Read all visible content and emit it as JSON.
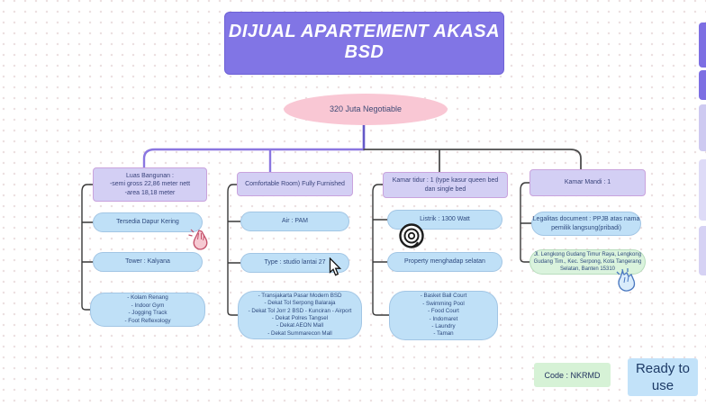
{
  "title": "DIJUAL APARTEMENT AKASA BSD",
  "price_node": "320 Juta Negotiable",
  "map": {
    "columns": [
      {
        "parent": "Luas Bangunan :\n-semi gross 22,86 meter nett\n-area 18,18 meter",
        "children": [
          {
            "text": "Tersedia Dapur Kering"
          },
          {
            "text": "Tower : Kalyana"
          },
          {
            "text": "- Kolam Renang\n- Indoor Gym\n- Jogging Track\n- Foot Reflexology"
          }
        ]
      },
      {
        "parent": "Comfortable Room) Fully Furnished",
        "children": [
          {
            "text": "Air : PAM"
          },
          {
            "text": "Type : studio lantai 27"
          },
          {
            "text": "- Transjakarta Pasar Modern BSD\n- Dekat Tol Serpong Balaraja\n- Dekat Tol Jorr 2 BSD - Kunciran - Airport\n- Dekat Polres Tangsel\n- Dekat AEON Mall\n- Dekat Summarecon Mall"
          }
        ]
      },
      {
        "parent": "Kamar tidur : 1 (type kasur queen bed\ndan single bed",
        "children": [
          {
            "text": "Listrik : 1300 Watt"
          },
          {
            "text": "Property menghadap selatan"
          },
          {
            "text": "- Basket Ball Court\n- Swimming Pool\n- Food Court\n- Indomaret\n- Laundry\n- Taman"
          }
        ]
      },
      {
        "parent": "Kamar Mandi : 1",
        "children": [
          {
            "text": "Legalitas document : PPJB atas nama\npemilik langsung(pribadi)"
          },
          {
            "text": "Jl. Lengkong Gudang Timur Raya, Lengkong\nGudang Tim., Kec. Serpong, Kota Tangerang\nSelatan, Banten 15310"
          }
        ]
      }
    ]
  },
  "footer": {
    "code_label": "Code : NKRMD",
    "ready_label": "Ready to use"
  },
  "icons": {
    "pinch_hand": "pinched-fingers-sticker",
    "spiral": "spiral-sticker",
    "clap": "clapping-hands-sticker",
    "cursor": "mouse-pointer"
  },
  "colors": {
    "accent_purple": "#8175e5",
    "node_lavender": "#d3cff4",
    "node_blue": "#bfe0f7",
    "price_pink": "#f9c7d4",
    "node_green": "#daf3dd",
    "ready_blue": "#c2e2f9",
    "connector_purple": "#8a76e0",
    "connector_dark": "#4c4c4c"
  }
}
